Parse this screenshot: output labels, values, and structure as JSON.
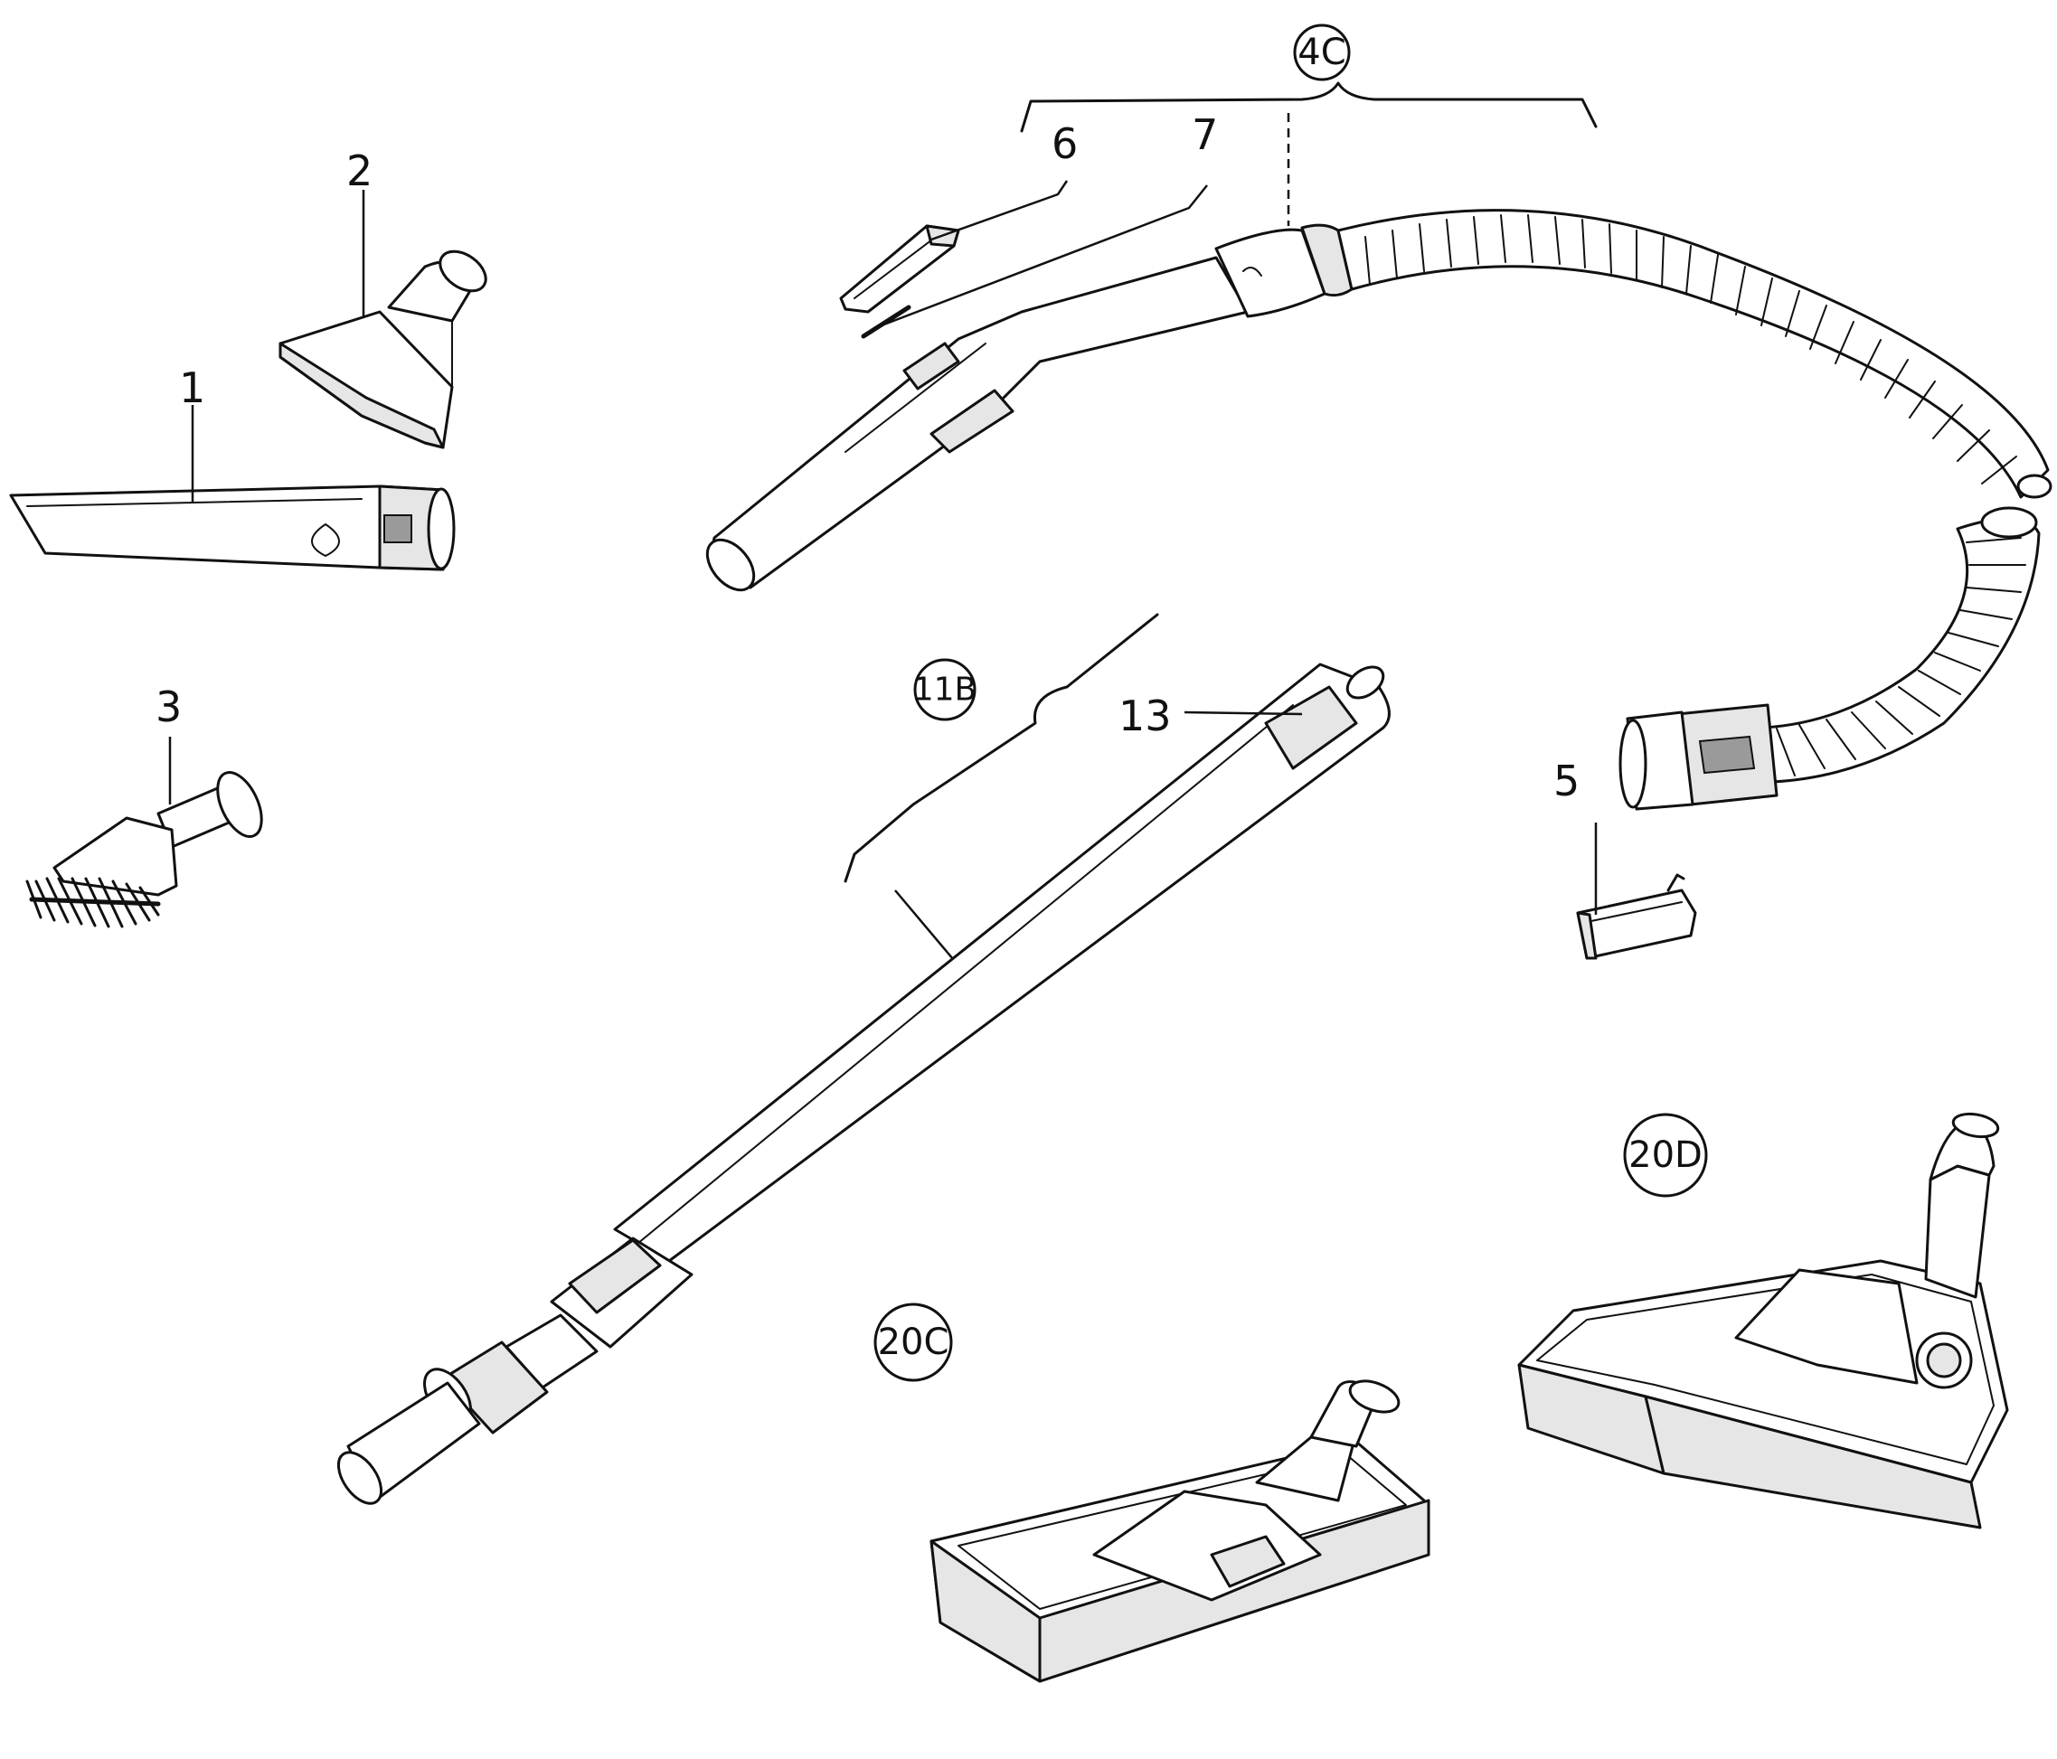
{
  "diagram": {
    "part_labels": {
      "p1": "1",
      "p2": "2",
      "p3": "3",
      "p5": "5",
      "p6": "6",
      "p7": "7",
      "p13": "13"
    },
    "assembly_labels": {
      "a4c": "4C",
      "a11b": "11B",
      "a20c": "20C",
      "a20d": "20D"
    },
    "colors": {
      "ink": "#111111",
      "paper": "#ffffff",
      "shade": "#e6e6e6"
    }
  }
}
